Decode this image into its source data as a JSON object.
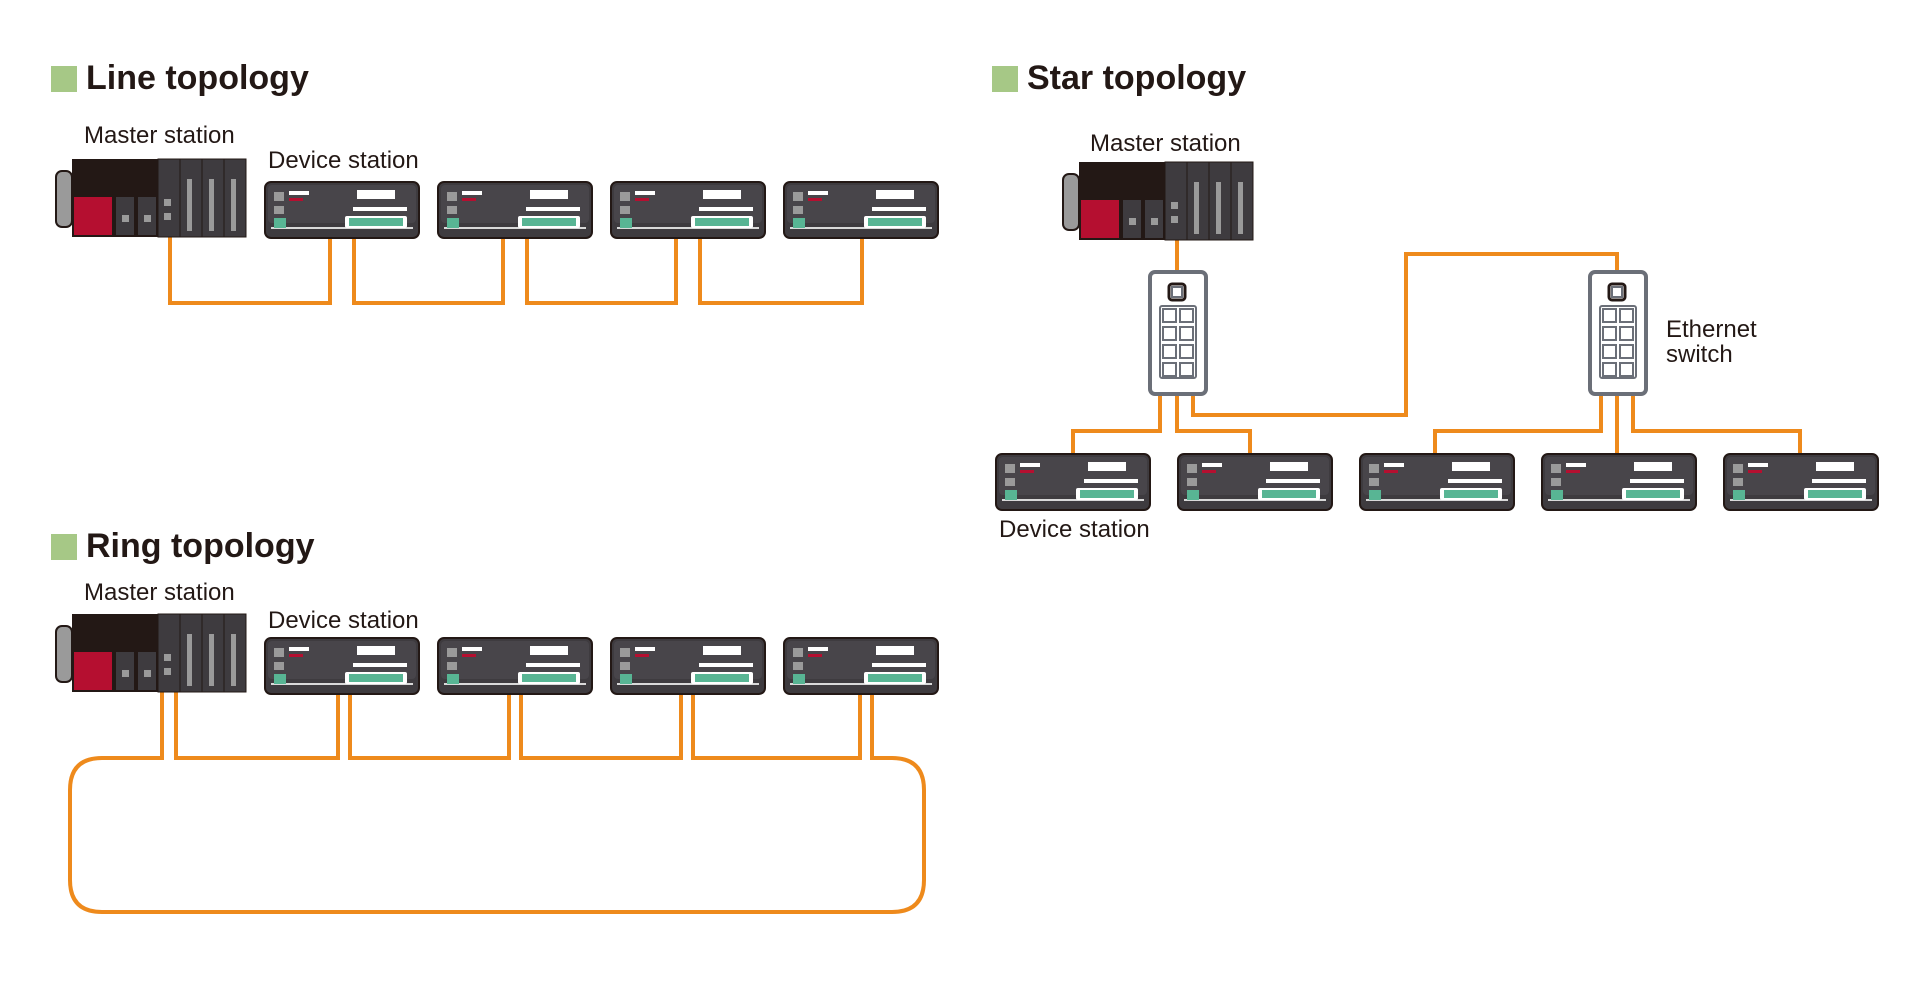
{
  "colors": {
    "cable": "#ee8a1c",
    "marker": "#a6c886",
    "device_body": "#3e3b3f",
    "plc_red": "#b50f30",
    "plc_dark": "#231815",
    "terminal_green": "#58b594",
    "switch_outline": "#6b6f78"
  },
  "line": {
    "title": "Line topology",
    "master_label": "Master station",
    "device_label": "Device station"
  },
  "ring": {
    "title": "Ring topology",
    "master_label": "Master station",
    "device_label": "Device station"
  },
  "star": {
    "title": "Star topology",
    "master_label": "Master station",
    "switch_label_line1": "Ethernet",
    "switch_label_line2": "switch",
    "device_label": "Device station"
  }
}
